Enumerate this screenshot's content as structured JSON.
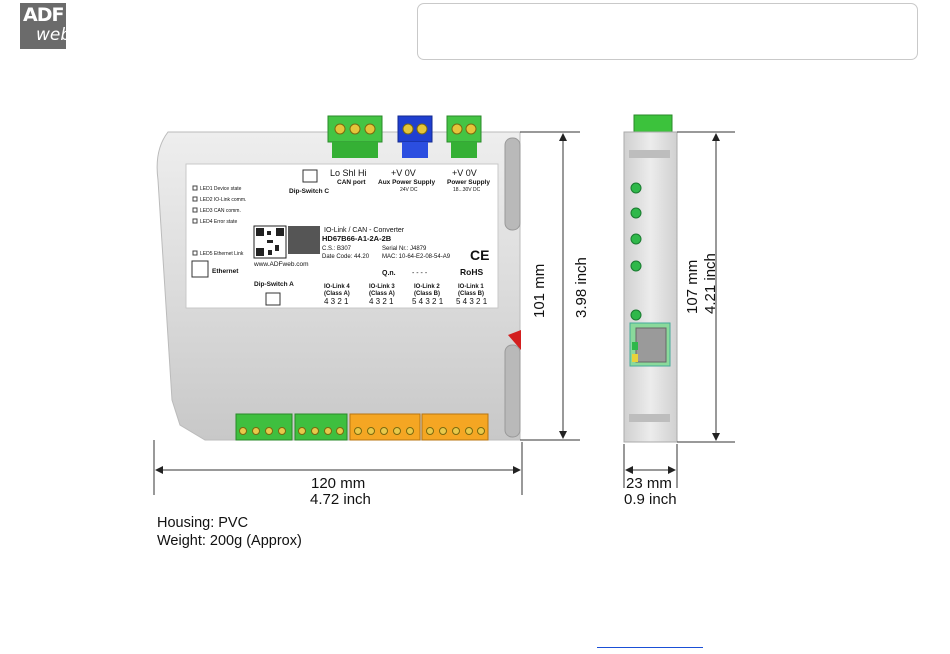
{
  "header": {
    "logo_line1": "ADF",
    "logo_line2": "web"
  },
  "device_label": {
    "terminal_top": "Lo  Shl  Hi",
    "can_port": "CAN port",
    "aux_top": "+V   0V",
    "aux_label": "Aux Power Supply",
    "aux_sub": "24V DC",
    "power_top": "+V   0V",
    "power_label": "Power Supply",
    "power_sub": "18...30V DC",
    "dip_c": "Dip-Switch C",
    "dip_a": "Dip-Switch A",
    "leds": [
      "LED1 Device state",
      "LED2 IO-Link comm.",
      "LED3 CAN comm.",
      "LED4 Error state"
    ],
    "led5": "LED5 Ethernet Link",
    "ethernet": "Ethernet",
    "product_name": "IO-Link / CAN - Converter",
    "product_code": "HD67B66-A1-2A-2B",
    "cs": "C.S.: B307",
    "serial": "Serial Nr.: J4879",
    "date_code": "Date Code: 44.20",
    "mac": "MAC: 10-64-E2-08-54-A9",
    "url": "www.ADFweb.com",
    "qn": "Q.n.",
    "qn_dashes": "- - - -",
    "rohs": "RoHS",
    "ce": "CE",
    "io_ports": [
      {
        "name": "IO-Link 4",
        "cls": "(Class A)",
        "pins": "4 3 2 1"
      },
      {
        "name": "IO-Link 3",
        "cls": "(Class A)",
        "pins": "4 3 2 1"
      },
      {
        "name": "IO-Link 2",
        "cls": "(Class B)",
        "pins": "5 4 3 2 1"
      },
      {
        "name": "IO-Link 1",
        "cls": "(Class B)",
        "pins": "5 4 3 2 1"
      }
    ]
  },
  "dimensions": {
    "height_front_mm": "101 mm",
    "height_front_inch": "3.98  inch",
    "height_side_mm": "107 mm",
    "height_side_inch": "4.21 inch",
    "width_mm": "120 mm",
    "width_inch": "4.72 inch",
    "depth_mm": "23 mm",
    "depth_inch": "0.9 inch"
  },
  "specs": {
    "housing": "Housing: PVC",
    "weight": "Weight: 200g (Approx)"
  },
  "colors": {
    "housing_grey": "#d9d9d9",
    "terminal_green": "#3cc23c",
    "terminal_blue": "#1f3fd0",
    "terminal_orange": "#f5a623",
    "led_green": "#2fb84a",
    "link_blue": "#1a4fd6"
  }
}
